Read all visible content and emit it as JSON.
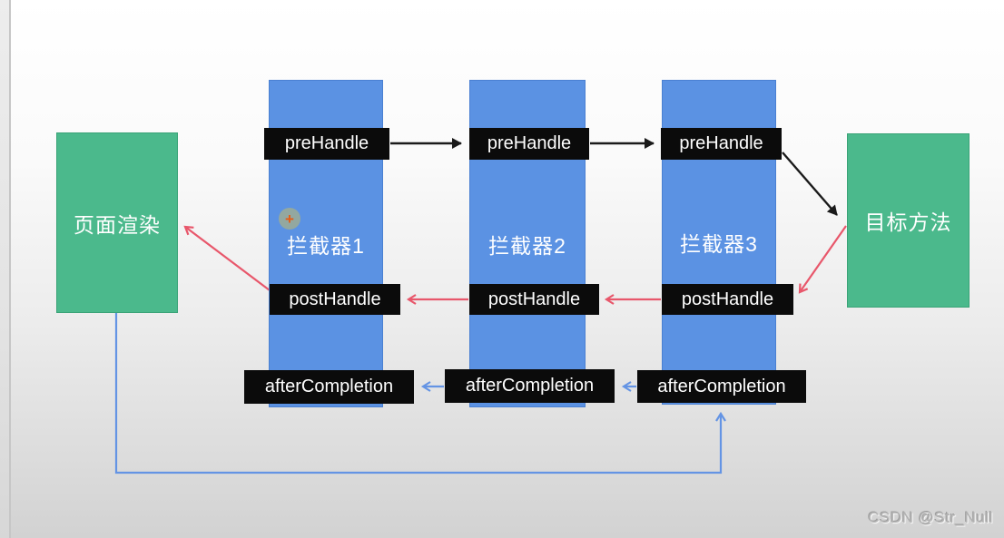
{
  "diagram": {
    "nodes": {
      "page_render": {
        "label": "页面渲染"
      },
      "target_method": {
        "label": "目标方法"
      },
      "interceptor1": {
        "label": "拦截器1",
        "pre_handle": "preHandle",
        "post_handle": "postHandle",
        "after_completion": "afterCompletion"
      },
      "interceptor2": {
        "label": "拦截器2",
        "pre_handle": "preHandle",
        "post_handle": "postHandle",
        "after_completion": "afterCompletion"
      },
      "interceptor3": {
        "label": "拦截器3",
        "pre_handle": "preHandle",
        "post_handle": "postHandle",
        "after_completion": "afterCompletion"
      }
    },
    "plus_badge": "+",
    "colors": {
      "node_green": "#4bb98c",
      "interceptor_blue": "#5b92e3",
      "method_label_bg": "#0b0b0b",
      "pre_handle_arrow_black": "#1a1a1a",
      "post_handle_arrow_red": "#e8576b",
      "after_completion_arrow_blue": "#6494e4",
      "plus_badge_orange": "#e55c13"
    }
  },
  "watermark": {
    "text": "CSDN @Str_Null"
  }
}
